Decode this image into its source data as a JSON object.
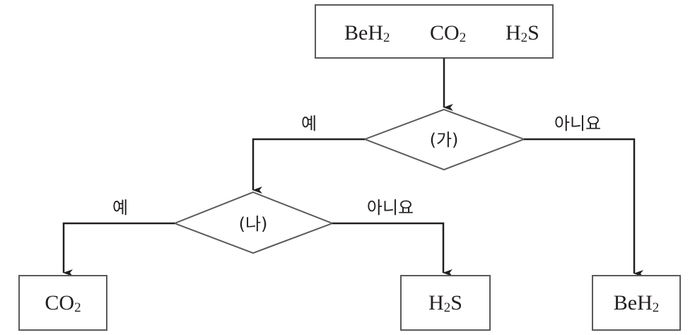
{
  "start_box": {
    "items": [
      {
        "base": "BeH",
        "sub": "2",
        "tail": ""
      },
      {
        "base": "CO",
        "sub": "2",
        "tail": ""
      },
      {
        "base": "H",
        "sub": "2",
        "tail": "S"
      }
    ]
  },
  "decision_a": {
    "label": "(가)",
    "yes_label": "예",
    "no_label": "아니요"
  },
  "decision_b": {
    "label": "(나)",
    "yes_label": "예",
    "no_label": "아니요"
  },
  "results": {
    "co2": {
      "base": "CO",
      "sub": "2",
      "tail": ""
    },
    "h2s": {
      "base": "H",
      "sub": "2",
      "tail": "S"
    },
    "beh2": {
      "base": "BeH",
      "sub": "2",
      "tail": ""
    }
  },
  "colors": {
    "line": "#231f20",
    "border": "#5a5a5a"
  }
}
